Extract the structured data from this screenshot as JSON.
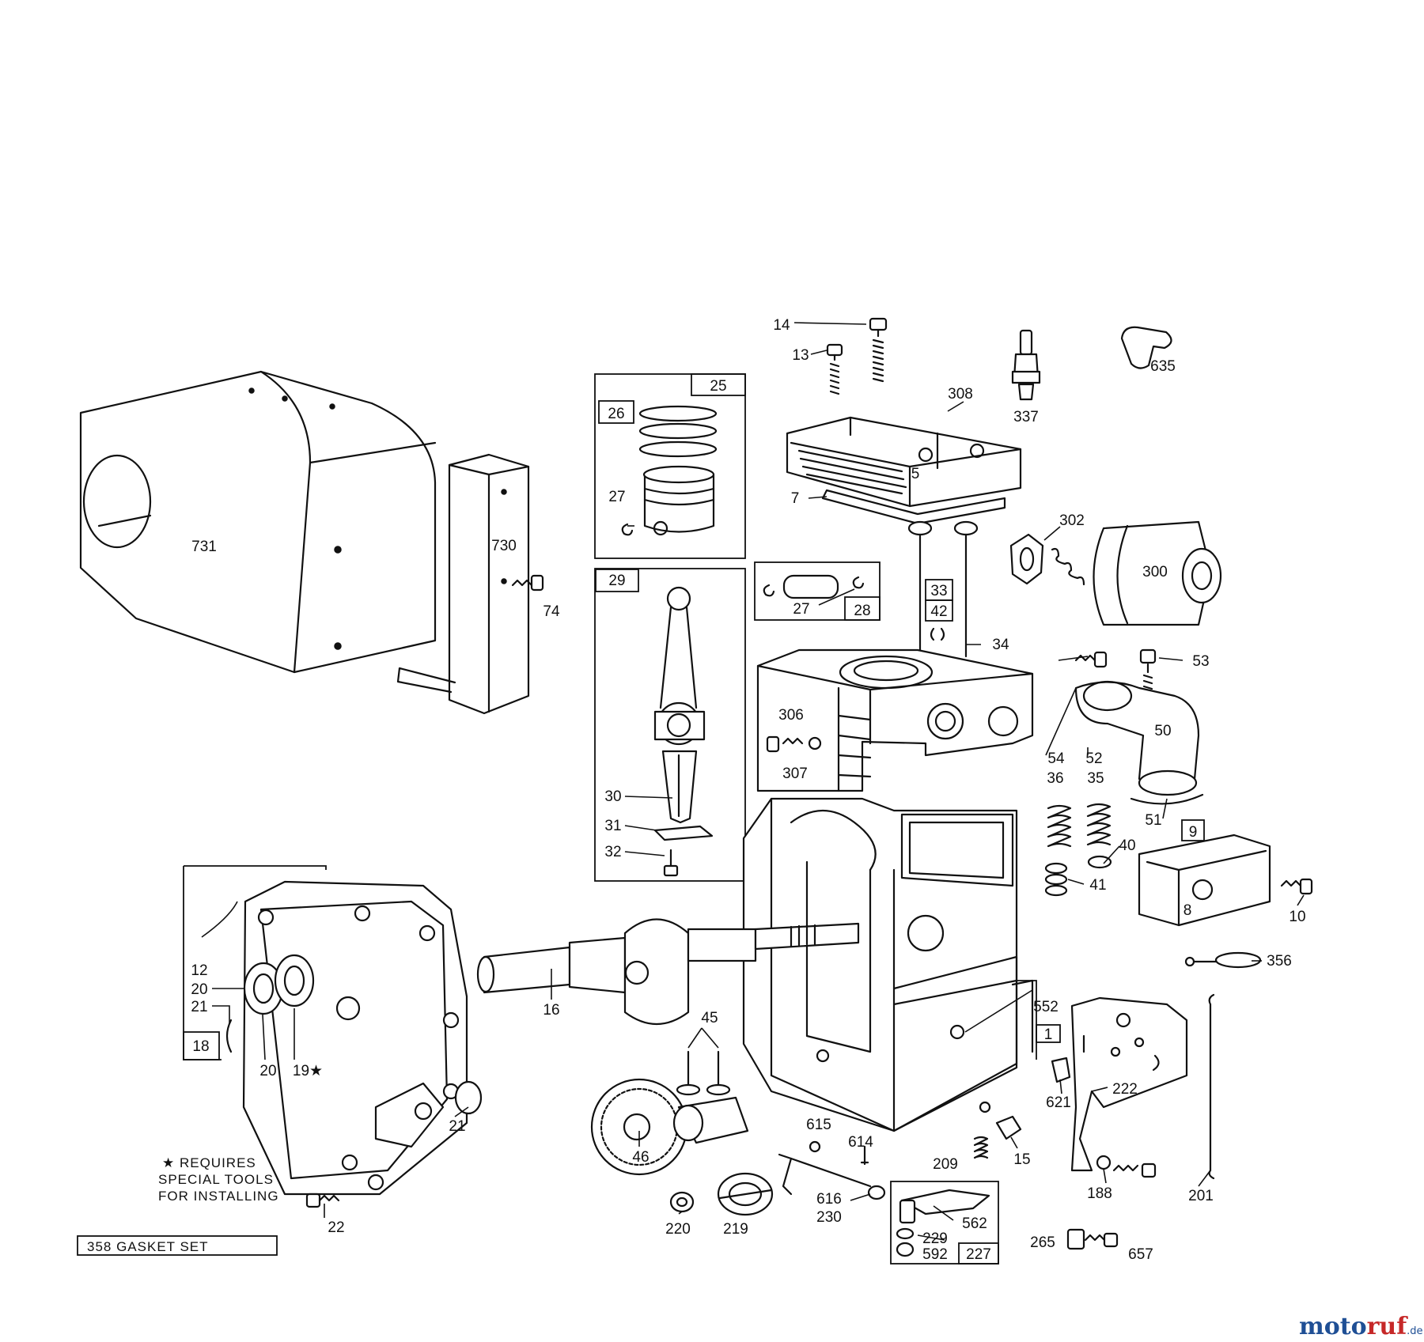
{
  "diagram": {
    "note": {
      "line1": "★ REQUIRES",
      "line2": "SPECIAL TOOLS",
      "line3": "FOR INSTALLING"
    },
    "gasket_set": "358 GASKET SET",
    "labels": {
      "p14": "14",
      "p13": "13",
      "p337": "337",
      "p635": "635",
      "p308": "308",
      "p5": "5",
      "p7": "7",
      "p302": "302",
      "p300": "300",
      "p25": "25",
      "p26": "26",
      "p27a": "27",
      "p29": "29",
      "p27b": "27",
      "p28": "28",
      "p33": "33",
      "p42": "42",
      "p34": "34",
      "p30": "30",
      "p31": "31",
      "p32": "32",
      "p731": "731",
      "p730": "730",
      "p74": "74",
      "p53": "53",
      "p306": "306",
      "p307": "307",
      "p50": "50",
      "p54": "54",
      "p52": "52",
      "p36": "36",
      "p35": "35",
      "p51": "51",
      "p9": "9",
      "p40": "40",
      "p41": "41",
      "p8": "8",
      "p10": "10",
      "p356": "356",
      "p12": "12",
      "p20a": "20",
      "p21a": "21",
      "p18": "18",
      "p20b": "20",
      "p19": "19★",
      "p16": "16",
      "p45": "45",
      "p552": "552",
      "p1": "1",
      "p222": "222",
      "p621": "621",
      "p21b": "21",
      "p46": "46",
      "p615": "615",
      "p614": "614",
      "p209": "209",
      "p15": "15",
      "p188": "188",
      "p201": "201",
      "p22": "22",
      "p220": "220",
      "p219": "219",
      "p616": "616",
      "p230": "230",
      "p562": "562",
      "p229": "229",
      "p592": "592",
      "p227": "227",
      "p265": "265",
      "p657": "657"
    }
  },
  "watermark": {
    "part1": "moto",
    "part2": "ruf",
    "suffix": ".de"
  },
  "colors": {
    "ink": "#111111",
    "brand_blue": "#1f4f95",
    "brand_red": "#c62828"
  }
}
